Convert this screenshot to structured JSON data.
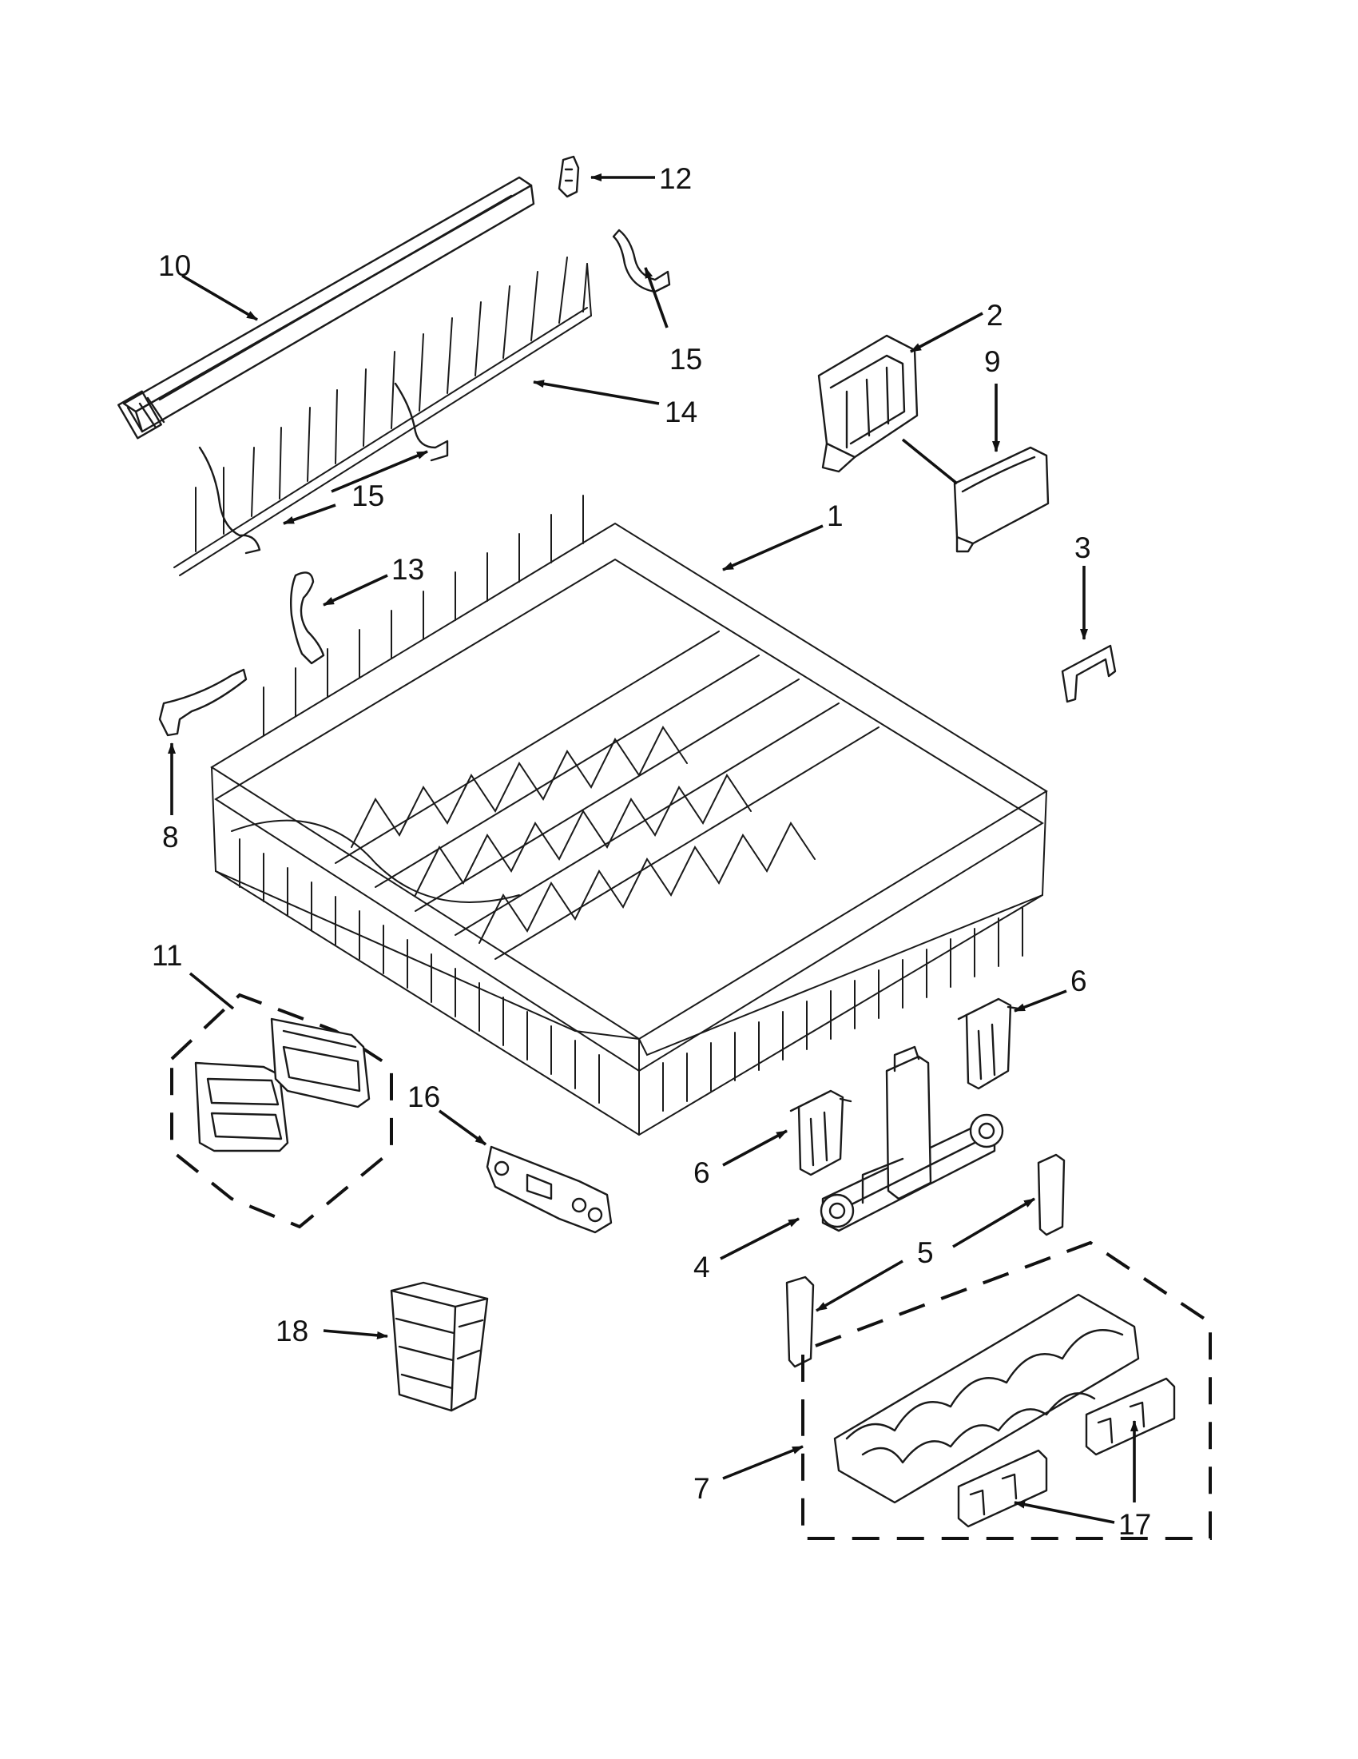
{
  "callouts": {
    "c1": "1",
    "c2": "2",
    "c3": "3",
    "c4": "4",
    "c5": "5",
    "c6a": "6",
    "c6b": "6",
    "c7": "7",
    "c8": "8",
    "c9": "9",
    "c10": "10",
    "c11": "11",
    "c12": "12",
    "c13": "13",
    "c14": "14",
    "c15a": "15",
    "c15b": "15",
    "c16": "16",
    "c17": "17",
    "c18": "18"
  },
  "colors": {
    "ink": "#1a1a1a",
    "background": "#ffffff"
  }
}
